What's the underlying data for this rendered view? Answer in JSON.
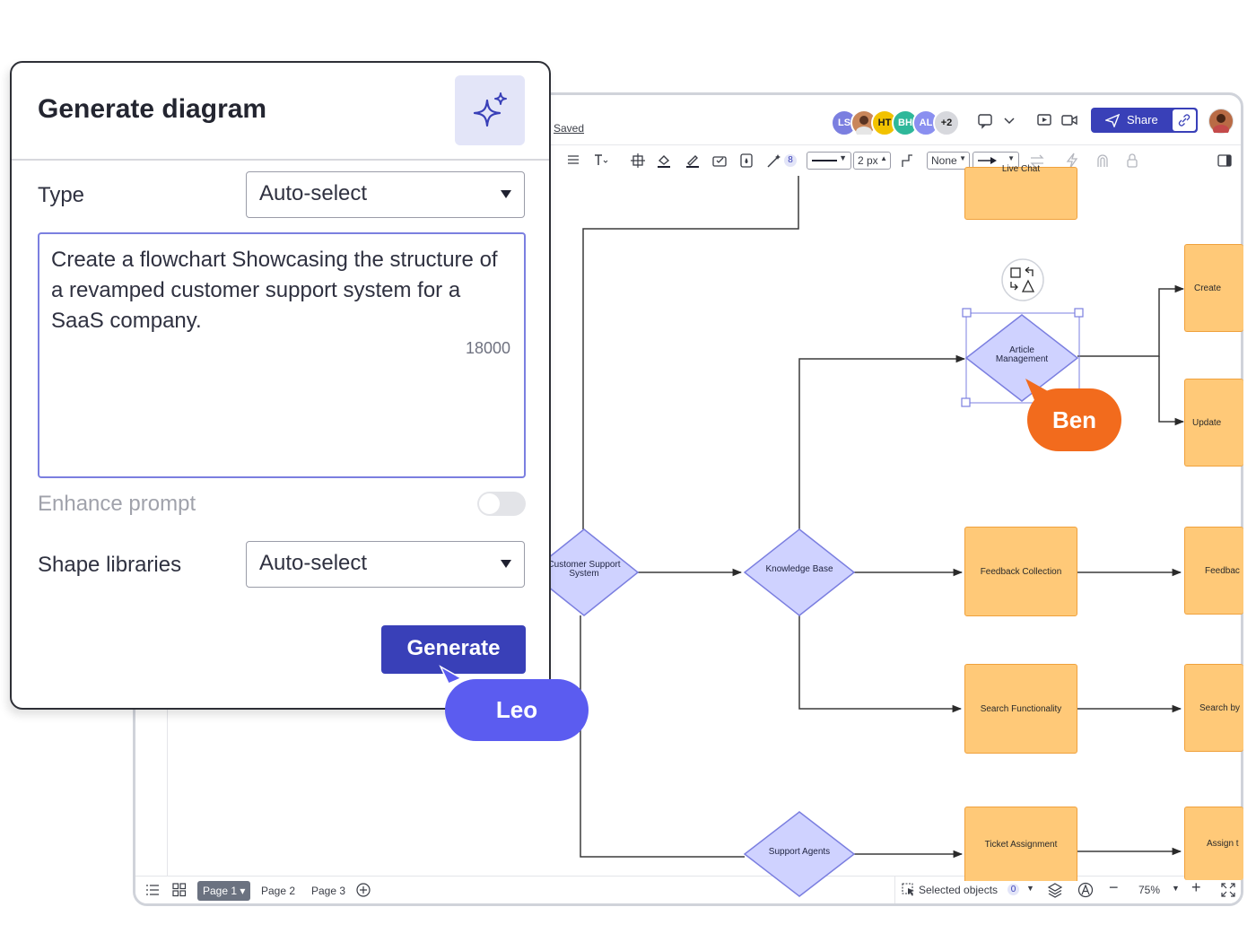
{
  "editor": {
    "status": "Saved",
    "collaborators": [
      {
        "initials": "LS",
        "color": "#7b7fe0"
      },
      {
        "initials": "",
        "color": "#c9865a"
      },
      {
        "initials": "HT",
        "color": "#f2c200"
      },
      {
        "initials": "BH",
        "color": "#2fb89a"
      },
      {
        "initials": "AL",
        "color": "#8a8ff0"
      },
      {
        "initials": "+2",
        "color": "#d7d8dd"
      }
    ],
    "share_label": "Share",
    "toolbar": {
      "stroke_width": "2 px",
      "endpoint": "None",
      "badge_count": "8"
    },
    "bottombar": {
      "pages": [
        "Page 1",
        "Page 2",
        "Page 3"
      ],
      "active_page": "Page 1",
      "selected_label": "Selected objects",
      "selected_count": "0",
      "zoom": "75%"
    }
  },
  "diagram": {
    "top_box_label": "Live Chat",
    "article_management": "Article Management",
    "customer_support_system": "Customer Support System",
    "knowledge_base": "Knowledge Base",
    "support_agents": "Support Agents",
    "feedback_collection": "Feedback Collection",
    "search_functionality": "Search Functionality",
    "ticket_assignment": "Ticket Assignment",
    "right_create": "Create",
    "right_update": "Update",
    "right_feedback": "Feedbac",
    "right_search": "Search by",
    "right_assign": "Assign t"
  },
  "cursors": {
    "ben": {
      "name": "Ben",
      "color": "#f26b1d"
    },
    "leo": {
      "name": "Leo",
      "color": "#5b5cf0"
    }
  },
  "panel": {
    "title": "Generate diagram",
    "type_label": "Type",
    "type_value": "Auto-select",
    "prompt_text": "Create a flowchart Showcasing the structure of a revamped customer support system for a SaaS company.",
    "char_count": "18000",
    "enhance_label": "Enhance prompt",
    "enhance_on": false,
    "shape_label": "Shape libraries",
    "shape_value": "Auto-select",
    "generate_label": "Generate"
  }
}
